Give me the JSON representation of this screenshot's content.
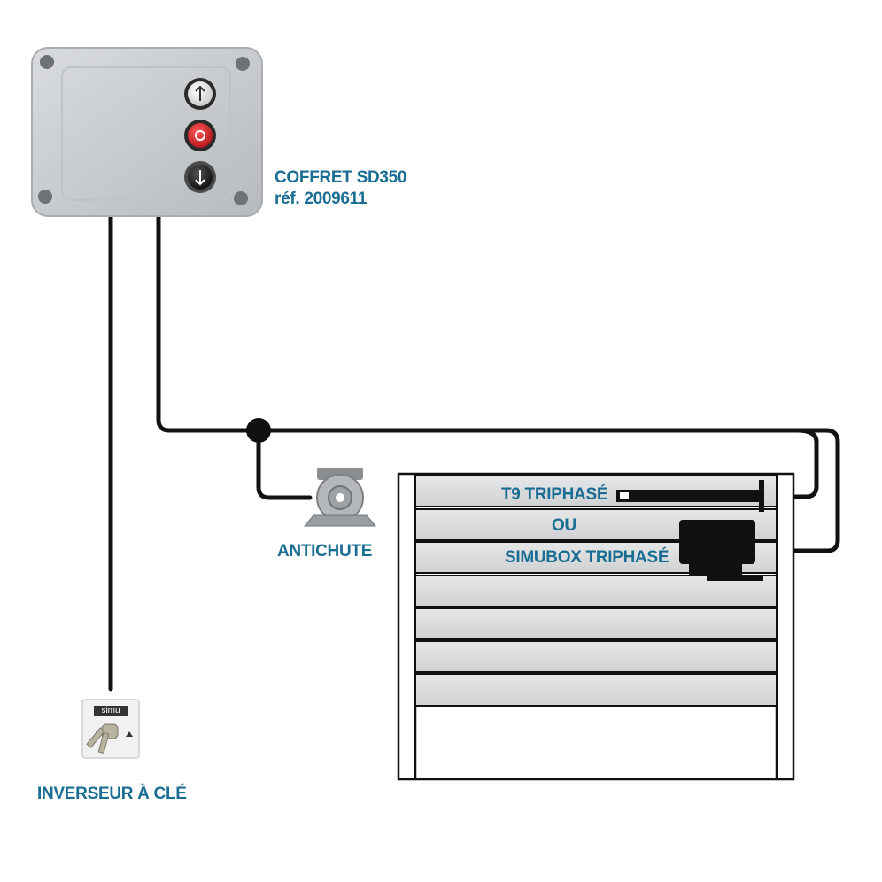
{
  "control_box": {
    "title": "COFFRET SD350",
    "reference": "réf. 2009611",
    "buttons": [
      {
        "name": "up-button",
        "symbol": "↑",
        "color": "#f2f2f2"
      },
      {
        "name": "stop-button",
        "symbol": "O",
        "color": "#e0242b"
      },
      {
        "name": "down-button",
        "symbol": "↓",
        "color": "#1c1c1c"
      }
    ]
  },
  "antichute": {
    "label": "ANTICHUTE"
  },
  "key_switch": {
    "label": "INVERSEUR À CLÉ",
    "brand": "simu"
  },
  "shutter": {
    "motor_label": "T9 TRIPHASÉ",
    "or_label": "OU",
    "simubox_label": "SIMUBOX TRIPHASÉ"
  },
  "colors": {
    "label_blue": "#1b6e93",
    "wire": "#111111",
    "slat": "#d7d9db",
    "box_body": "#c9ccce"
  }
}
